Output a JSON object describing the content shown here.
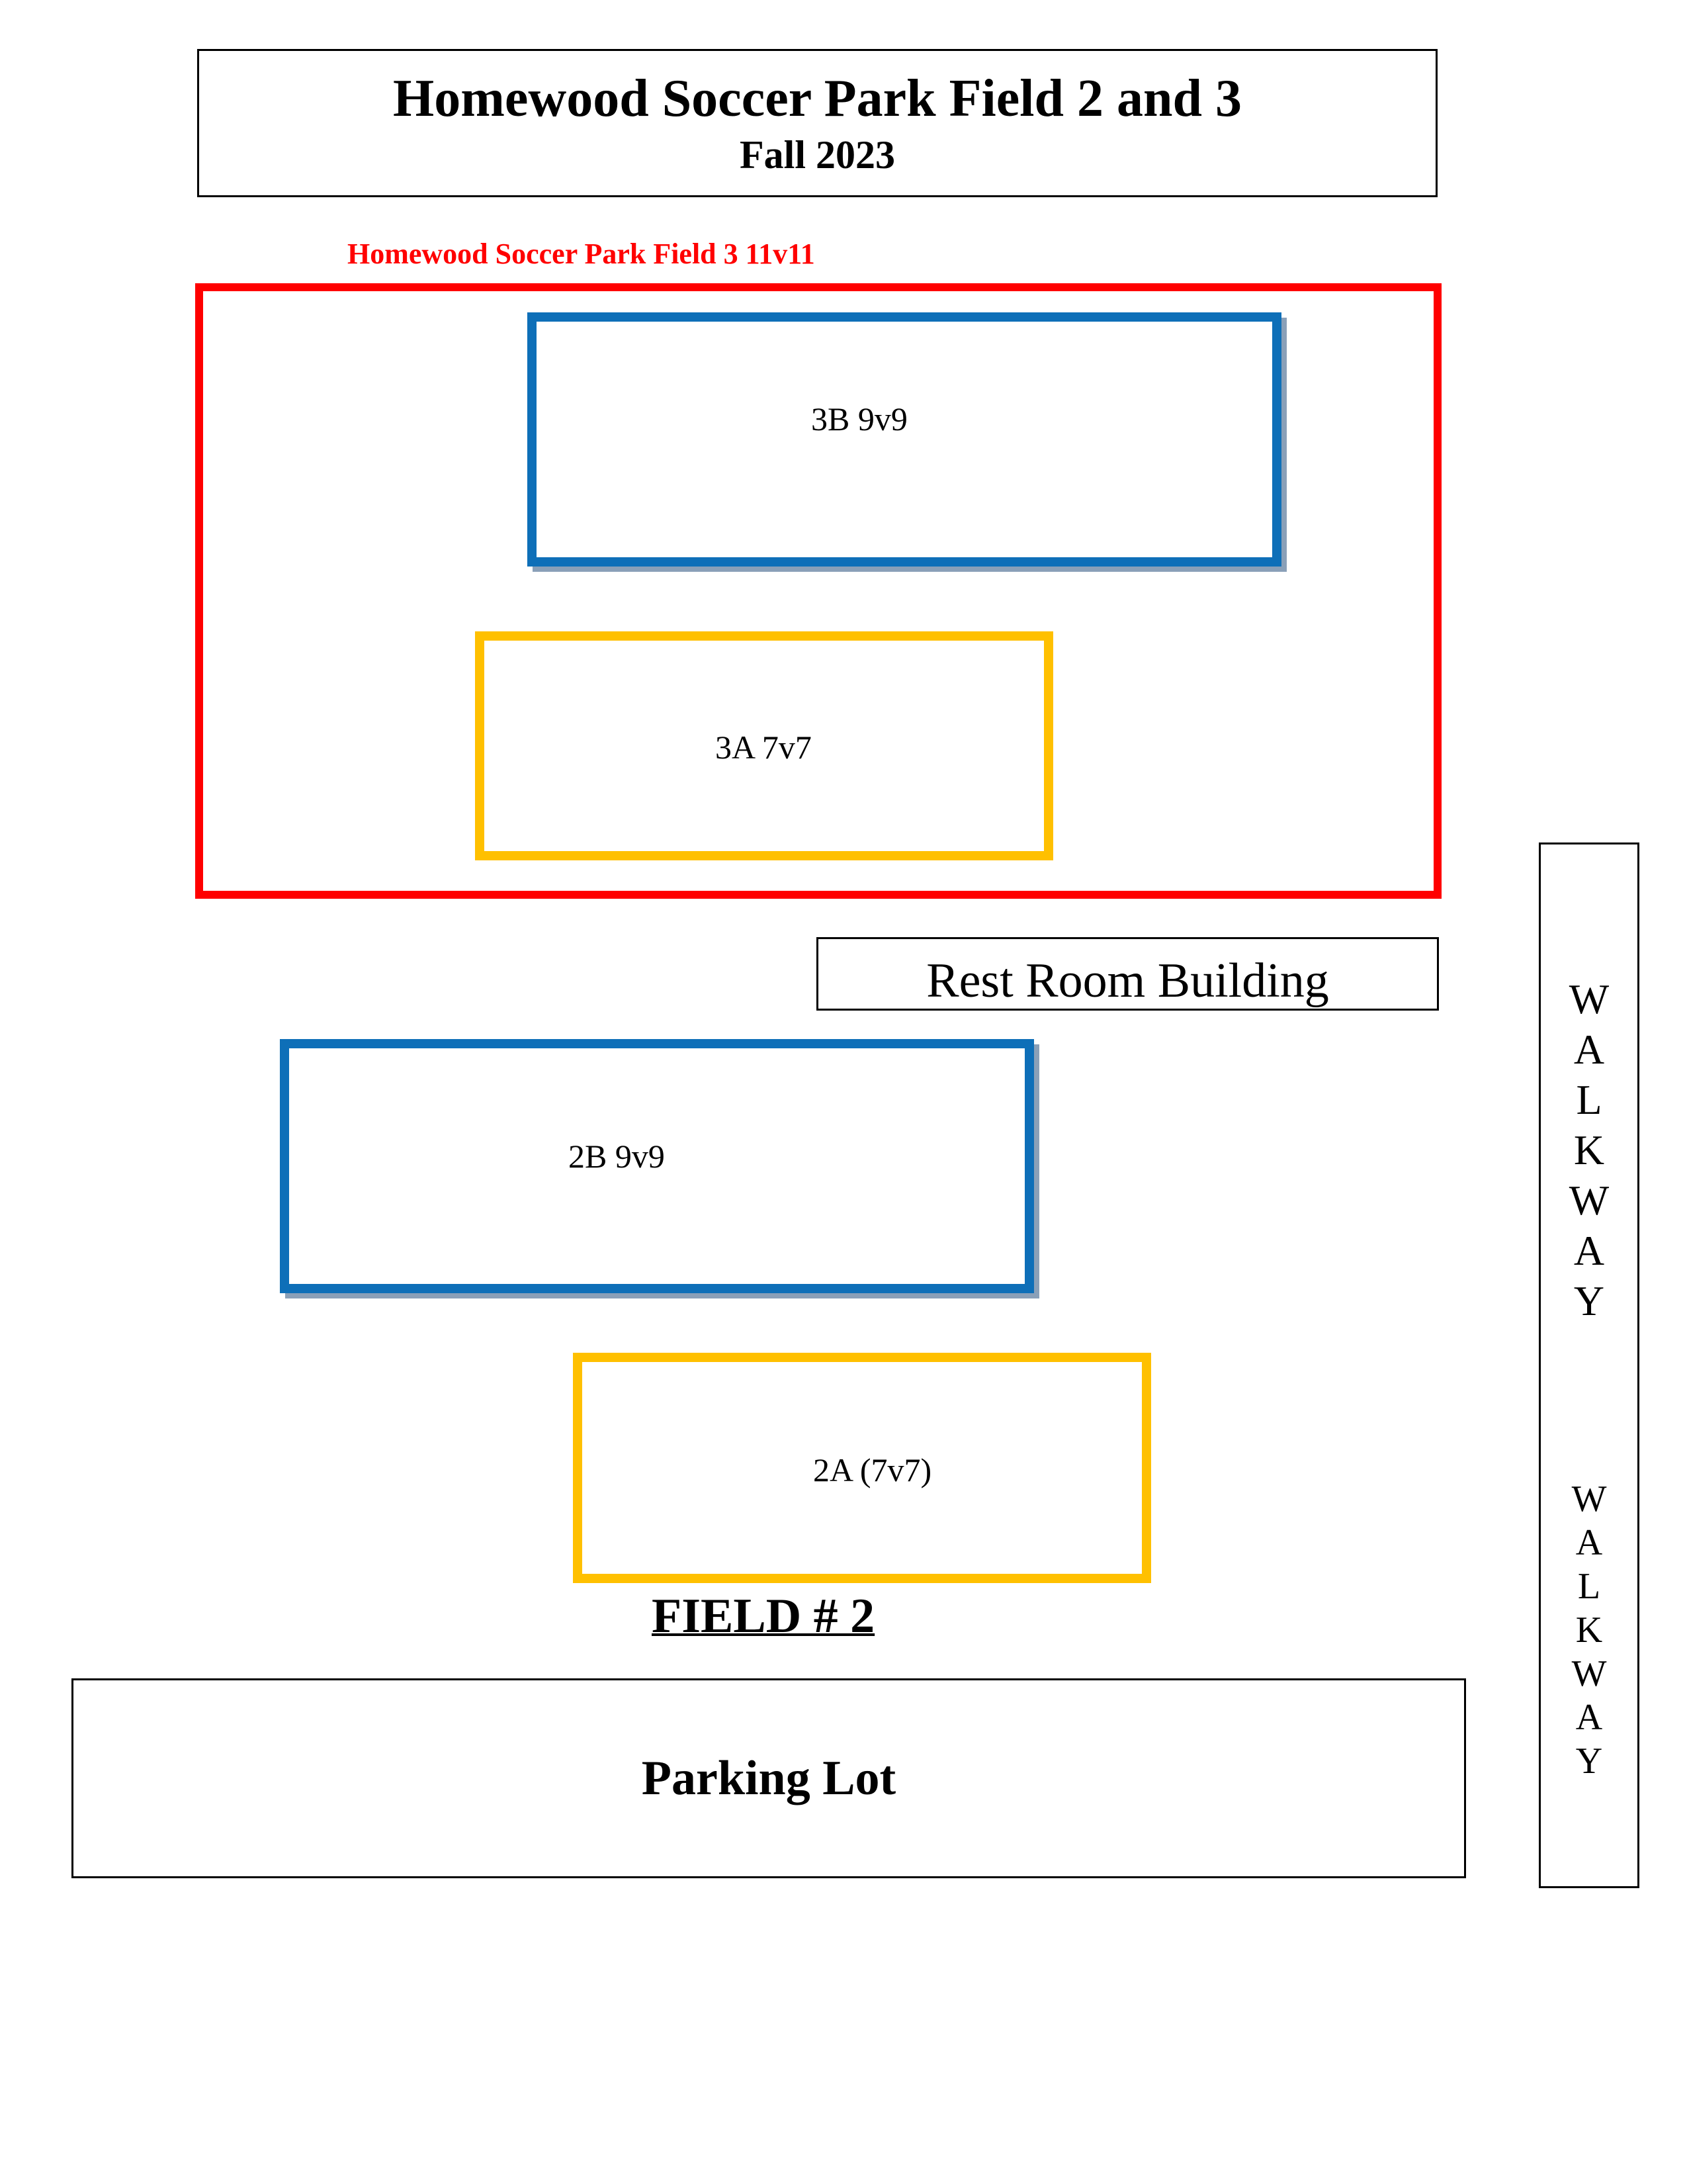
{
  "header": {
    "title": "Homewood Soccer Park Field 2 and 3",
    "subtitle": "Fall 2023"
  },
  "field3": {
    "label": "Homewood Soccer Park Field 3 11v11",
    "color": "#ff0000",
    "subfields": [
      {
        "id": "3B",
        "label": "3B 9v9",
        "color": "#0e6fb8"
      },
      {
        "id": "3A",
        "label": "3A 7v7",
        "color": "#ffc000"
      }
    ]
  },
  "rest_room": {
    "label": "Rest Room Building"
  },
  "field2": {
    "label": "FIELD # 2",
    "subfields": [
      {
        "id": "2B",
        "label": "2B 9v9",
        "color": "#0e6fb8"
      },
      {
        "id": "2A",
        "label": "2A (7v7)",
        "color": "#ffc000"
      }
    ]
  },
  "parking": {
    "label": "Parking Lot"
  },
  "walkway": {
    "letters": [
      "W",
      "A",
      "L",
      "K",
      "W",
      "A",
      "Y"
    ]
  }
}
